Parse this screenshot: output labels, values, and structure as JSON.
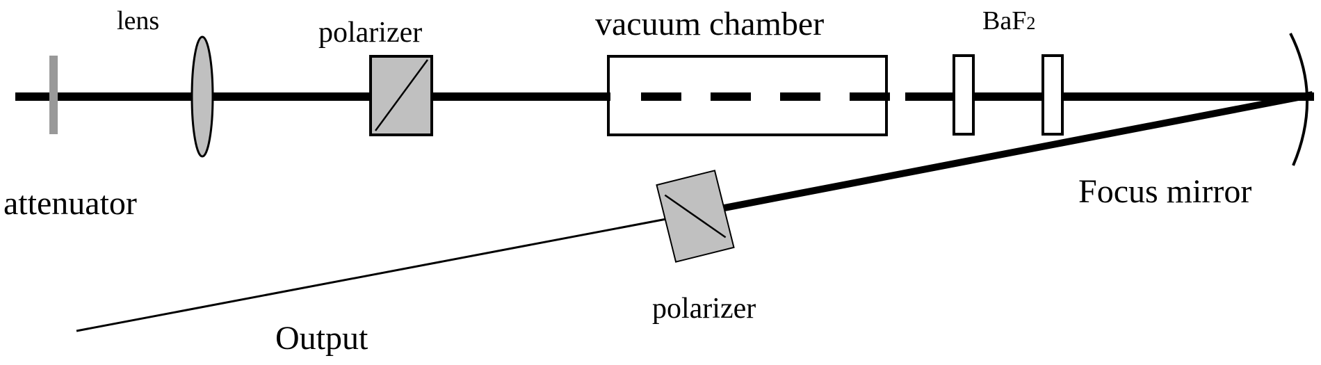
{
  "labels": {
    "lens": "lens",
    "polarizer_top": "polarizer",
    "vacuum_chamber": "vacuum chamber",
    "baf2_base": "BaF",
    "baf2_sub": "2",
    "attenuator": "attenuator",
    "focus_mirror": "Focus mirror",
    "polarizer_bottom": "polarizer",
    "output": "Output"
  },
  "colors": {
    "beam": "#000000",
    "optic_fill": "#c0c0c0",
    "attenuator": "#999999",
    "background": "#ffffff"
  }
}
